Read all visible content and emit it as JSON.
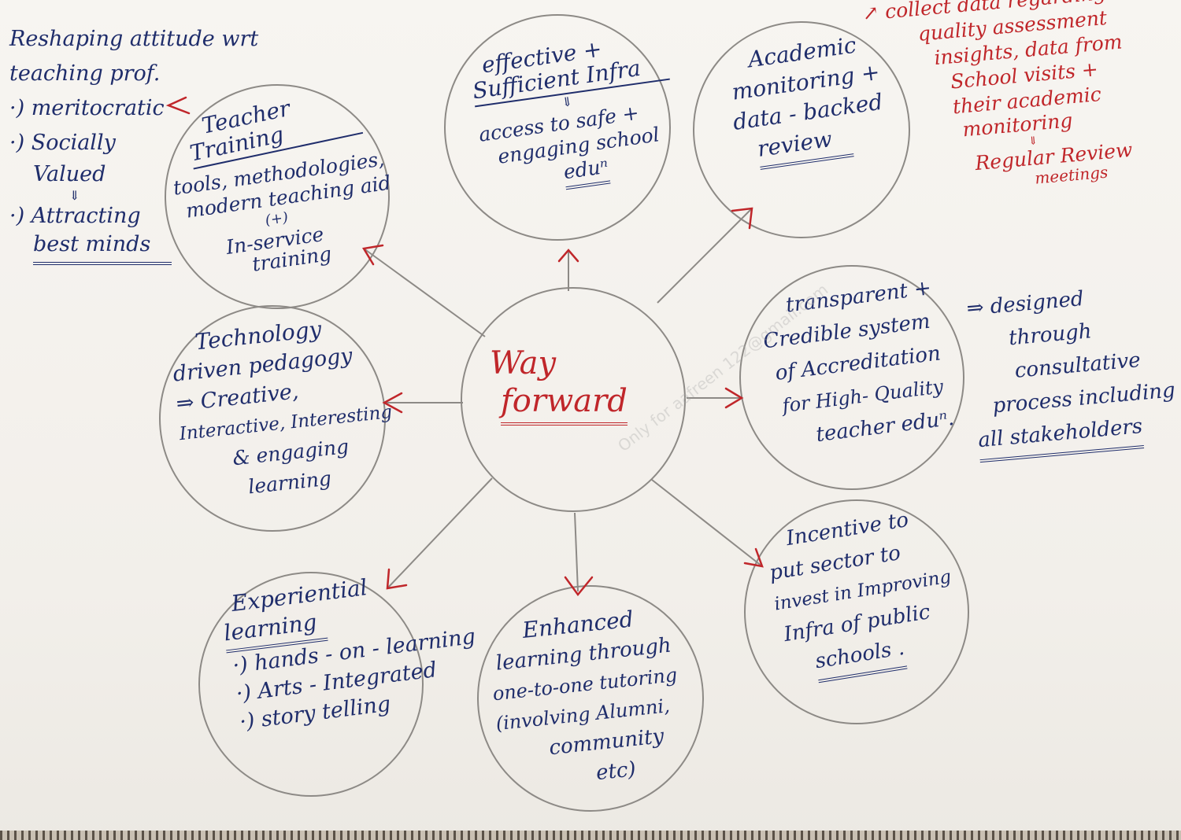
{
  "center": {
    "line1": "Way",
    "line2": "forward"
  },
  "teacher_training": {
    "title_line1": "Teacher",
    "title_line2": "Training",
    "lines": [
      "tools, methodologies,",
      "modern teaching aid",
      "(+)",
      "In-service",
      "training"
    ]
  },
  "teaching_profession_note": {
    "lines": [
      "Reshaping attitude wrt",
      "teaching prof."
    ],
    "points": [
      "·) meritocratic",
      "·) Socially",
      "Valued",
      "⇓",
      "·) Attracting",
      "best minds"
    ]
  },
  "infrastructure": {
    "title_line1": "effective +",
    "title_line2": "Sufficient Infra",
    "arrow": "⇓",
    "lines": [
      "access to safe +",
      "engaging school"
    ],
    "last": "eduⁿ"
  },
  "academic_monitoring": {
    "lines": [
      "Academic",
      "monitoring +",
      "data - backed"
    ],
    "last": "review"
  },
  "data_note": {
    "lines": [
      "↗ collect data regarding",
      "quality assessment",
      "insights, data from",
      "School visits +",
      "their academic",
      "monitoring",
      "⇓",
      "Regular Review",
      "meetings"
    ]
  },
  "technology_pedagogy": {
    "lines": [
      "Technology",
      "driven pedagogy",
      "⇒ Creative,",
      "Interactive, Interesting",
      "& engaging",
      "learning"
    ]
  },
  "accreditation": {
    "lines": [
      "transparent +",
      "Credible system",
      "of Accreditation",
      "for High- Quality",
      "teacher eduⁿ."
    ]
  },
  "consultative_note": {
    "lines": [
      "⇒ designed",
      "through",
      "consultative",
      "process including"
    ],
    "last": "all stakeholders"
  },
  "experiential_learning": {
    "title_line1": "Experiential",
    "title_line2": "learning",
    "lines": [
      "·) hands - on - learning",
      "·) Arts - Integrated",
      "·) story telling"
    ]
  },
  "enhanced_learning": {
    "lines": [
      "Enhanced",
      "learning through",
      "one-to-one tutoring",
      "(involving Alumni,",
      "community",
      "etc)"
    ]
  },
  "private_sector": {
    "lines": [
      "Incentive to",
      "put sector to",
      "invest in Improving",
      "Infra of public"
    ],
    "last": "schools ."
  },
  "watermark": "Only for aafreen 122@gmail.com",
  "colors": {
    "ink": "#1f2d6b",
    "red": "#c0262a",
    "pencil": "#8d8a86",
    "paper": "#f4f2ee"
  }
}
